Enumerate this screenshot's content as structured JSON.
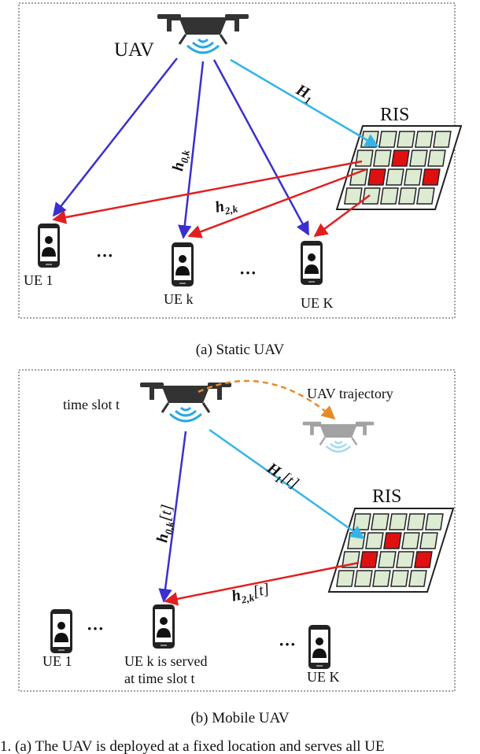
{
  "panel_a": {
    "uav_label": "UAV",
    "link_uav_ris": "H",
    "link_uav_ris_sub": "1",
    "link_direct": "h",
    "link_direct_sub": "0,k",
    "link_ris_ue": "h",
    "link_ris_ue_sub": "2,k",
    "ris_label": "RIS",
    "ue_1_label": "UE 1",
    "ue_k_label": "UE k",
    "ue_K_label": "UE K",
    "ellipsis_1": "···",
    "ellipsis_2": "···",
    "caption": "(a) Static UAV"
  },
  "panel_b": {
    "time_slot_label": "time slot t",
    "trajectory_label": "UAV trajectory",
    "link_uav_ris": "H",
    "link_uav_ris_sub": "1",
    "link_uav_ris_arg": "[t]",
    "link_direct": "h",
    "link_direct_sub": "0,k",
    "link_direct_arg": "[t]",
    "link_ris_ue": "h",
    "link_ris_ue_sub": "2,k",
    "link_ris_ue_arg": "[t]",
    "ris_label": "RIS",
    "ue_1_label": "UE 1",
    "ue_k_label_line1": "UE k is served",
    "ue_k_label_line2": "at time slot t",
    "ue_K_label": "UE K",
    "ellipsis_1": "···",
    "ellipsis_2": "···",
    "caption": "(b) Mobile UAV"
  },
  "figure_caption_fragment": "1.   (a) The UAV is deployed at a fixed location and serves all UE",
  "colors": {
    "uav_ris_link": "#33b5e8",
    "direct_link": "#3a2fcf",
    "ris_ue_link": "#e02020",
    "trajectory": "#e88a2a",
    "ris_cell": "#dcebd2",
    "ris_active_cell": "#e01010",
    "uav_signal": "#2aa9e0"
  }
}
